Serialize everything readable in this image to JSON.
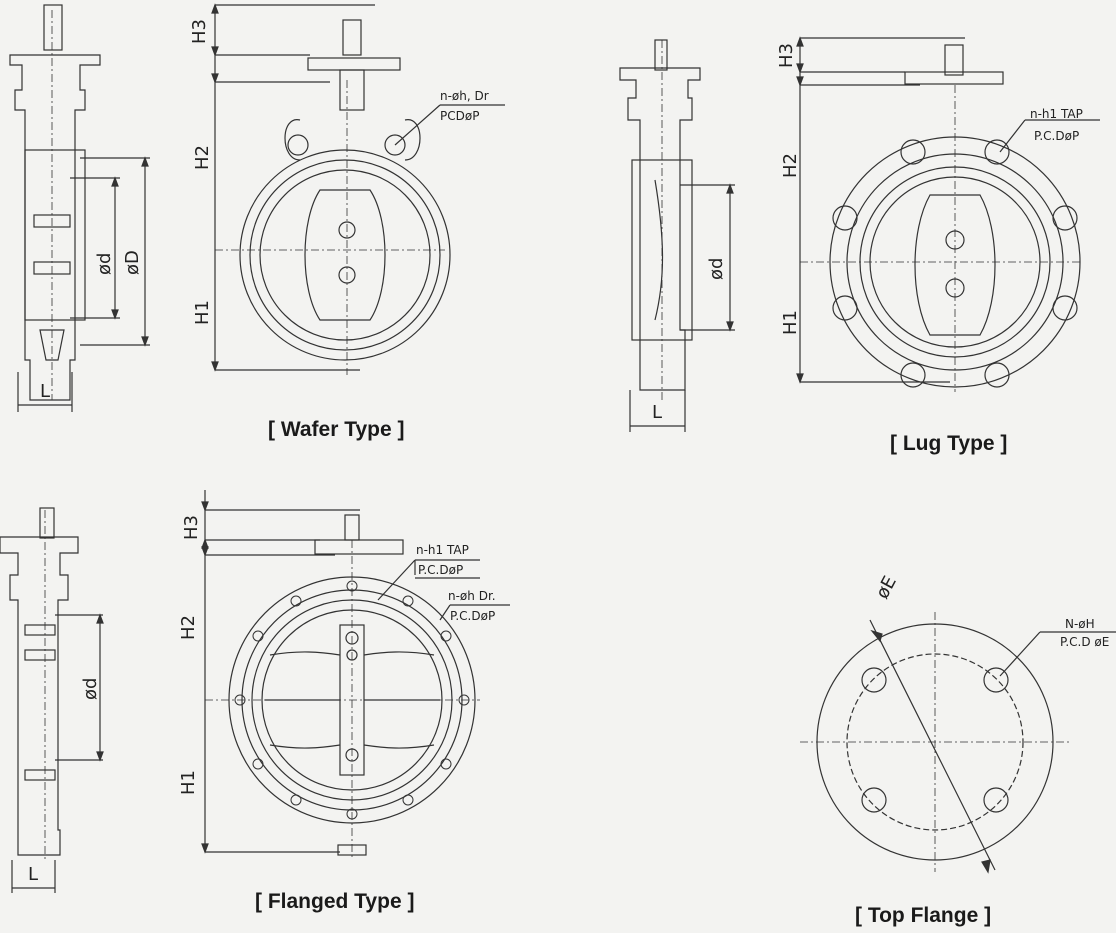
{
  "captions": {
    "wafer": "[ Wafer Type ]",
    "lug": "[ Lug Type ]",
    "flanged": "[ Flanged Type ]",
    "top_flange": "[ Top Flange ]"
  },
  "dims": {
    "H1": "H1",
    "H2": "H2",
    "H3": "H3",
    "L": "L",
    "od_small": "ød",
    "od_large": "øD",
    "oE": "øE"
  },
  "notes": {
    "wafer_holes": "n-øh, Dr",
    "wafer_pcd": "PCDøP",
    "lug_tap": "n-h1 TAP",
    "lug_pcd": "P.C.DøP",
    "flanged_tap": "n-h1 TAP",
    "flanged_tap_pcd": "P.C.DøP",
    "flanged_holes": "n-øh Dr.",
    "flanged_holes_pcd": "P.C.DøP",
    "top_holes": "N-øH",
    "top_pcd": "P.C.D øE"
  }
}
